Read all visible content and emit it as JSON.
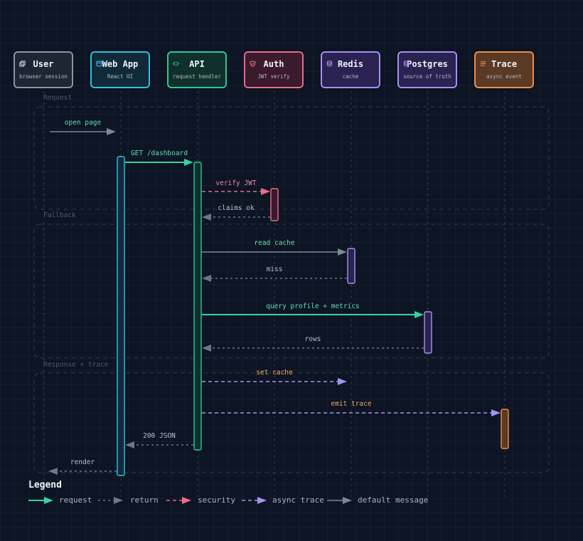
{
  "colors": {
    "background": "#0d1423",
    "request": "#3ad29f",
    "return": "#6b7789",
    "security": "#e86d8a",
    "async": "#a792f5",
    "default": "#7d8798",
    "frame": "#2a3646"
  },
  "participants": [
    {
      "id": "user",
      "title": "User",
      "subtitle": "browser session",
      "icon": "window-icon",
      "border": "#8a96a8",
      "fill": "#1e2633"
    },
    {
      "id": "webapp",
      "title": "Web App",
      "subtitle": "React UI",
      "icon": "browser-icon",
      "border": "#2ec2e0",
      "fill": "#112a3a"
    },
    {
      "id": "api",
      "title": "API",
      "subtitle": "request handler",
      "icon": "code-icon",
      "border": "#2ec79a",
      "fill": "#10302c"
    },
    {
      "id": "auth",
      "title": "Auth",
      "subtitle": "JWT verify",
      "icon": "shield-icon",
      "border": "#e86d8a",
      "fill": "#3a1a2c"
    },
    {
      "id": "redis",
      "title": "Redis",
      "subtitle": "cache",
      "icon": "database-icon",
      "border": "#a792f5",
      "fill": "#2a2250"
    },
    {
      "id": "postgres",
      "title": "Postgres",
      "subtitle": "source of truth",
      "icon": "database-icon",
      "border": "#a792f5",
      "fill": "#2a2250"
    },
    {
      "id": "trace",
      "title": "Trace",
      "subtitle": "async event",
      "icon": "lines-icon",
      "border": "#e8924a",
      "fill": "#5a3a24"
    }
  ],
  "frames": [
    {
      "label": "Request"
    },
    {
      "label": "Fallback"
    },
    {
      "label": "Response + trace"
    }
  ],
  "messages": [
    {
      "from": "user",
      "to": "webapp",
      "label": "open page",
      "kind": "default"
    },
    {
      "from": "webapp",
      "to": "api",
      "label": "GET /dashboard",
      "kind": "request"
    },
    {
      "from": "api",
      "to": "auth",
      "label": "verify JWT",
      "kind": "security"
    },
    {
      "from": "auth",
      "to": "api",
      "label": "claims ok",
      "kind": "return"
    },
    {
      "from": "api",
      "to": "redis",
      "label": "read cache",
      "kind": "default"
    },
    {
      "from": "redis",
      "to": "api",
      "label": "miss",
      "kind": "return"
    },
    {
      "from": "api",
      "to": "postgres",
      "label": "query profile + metrics",
      "kind": "request"
    },
    {
      "from": "postgres",
      "to": "api",
      "label": "rows",
      "kind": "return"
    },
    {
      "from": "api",
      "to": "redis",
      "label": "set cache",
      "kind": "async"
    },
    {
      "from": "api",
      "to": "trace",
      "label": "emit trace",
      "kind": "async"
    },
    {
      "from": "api",
      "to": "webapp",
      "label": "200 JSON",
      "kind": "return"
    },
    {
      "from": "webapp",
      "to": "user",
      "label": "render",
      "kind": "return"
    }
  ],
  "legend": {
    "title": "Legend",
    "items": [
      {
        "kind": "request",
        "label": "request"
      },
      {
        "kind": "return",
        "label": "return"
      },
      {
        "kind": "security",
        "label": "security"
      },
      {
        "kind": "async",
        "label": "async trace"
      },
      {
        "kind": "default",
        "label": "default message"
      }
    ]
  }
}
